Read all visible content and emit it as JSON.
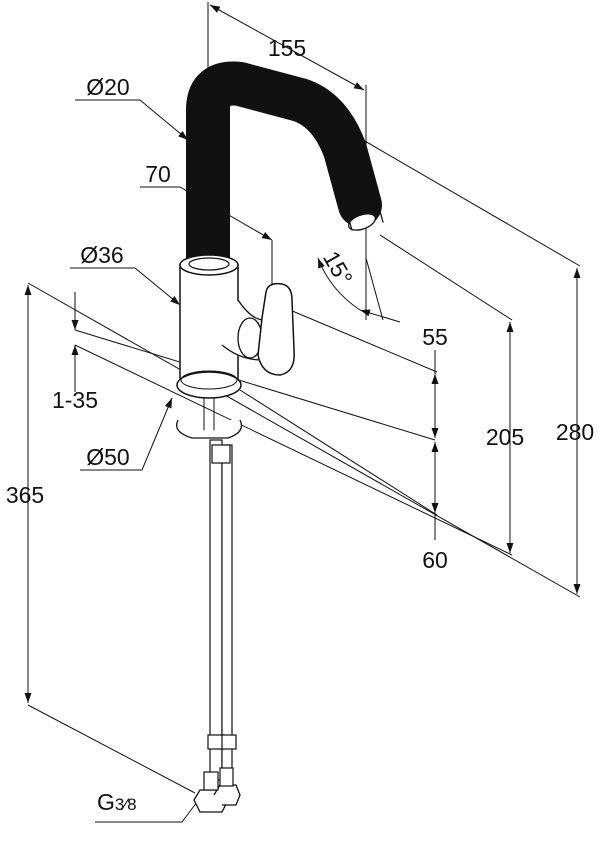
{
  "drawing": {
    "dimensions": {
      "spout_reach": "155",
      "spout_diameter": "Ø20",
      "lever_offset": "70",
      "body_diameter": "Ø36",
      "deck_thickness": "1-35",
      "base_diameter": "Ø50",
      "total_length": "365",
      "handle_height": "55",
      "base_to_lever": "60",
      "outlet_height": "205",
      "total_height": "280",
      "spout_angle": "15°",
      "connection_main": "G",
      "connection_fraction": "3⁄8"
    },
    "colors": {
      "line": "#111111",
      "background": "#ffffff"
    }
  }
}
